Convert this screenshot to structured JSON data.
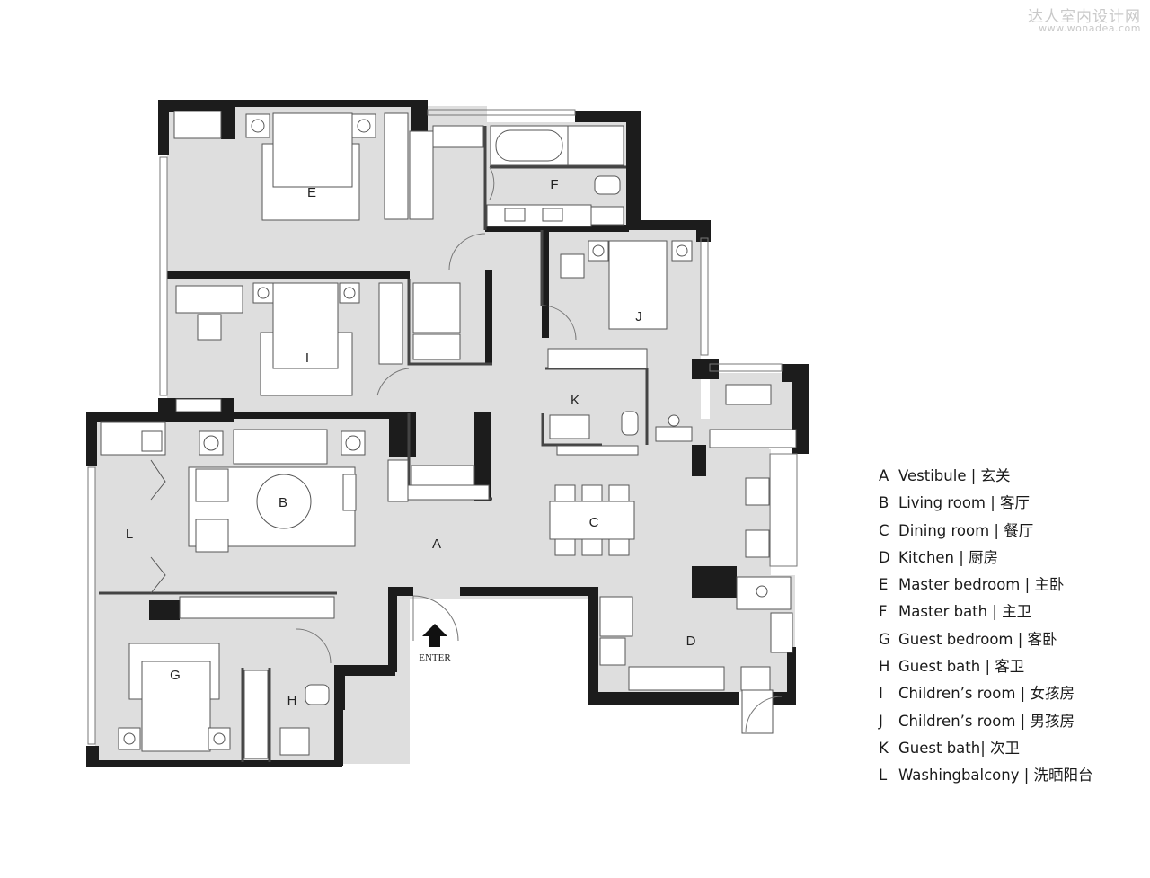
{
  "watermark": {
    "line1": "达人室内设计网",
    "line2": "www.wonadea.com"
  },
  "plan": {
    "enter_label": "ENTER",
    "rooms": [
      {
        "key": "A"
      },
      {
        "key": "B"
      },
      {
        "key": "C"
      },
      {
        "key": "D"
      },
      {
        "key": "E"
      },
      {
        "key": "F"
      },
      {
        "key": "G"
      },
      {
        "key": "H"
      },
      {
        "key": "I"
      },
      {
        "key": "J"
      },
      {
        "key": "K"
      },
      {
        "key": "L"
      }
    ]
  },
  "legend": [
    {
      "key": "A",
      "text": "Vestibule | 玄关"
    },
    {
      "key": "B",
      "text": "Living room | 客厅"
    },
    {
      "key": "C",
      "text": "Dining room | 餐厅"
    },
    {
      "key": "D",
      "text": "Kitchen | 厨房"
    },
    {
      "key": "E",
      "text": "Master bedroom | 主卧"
    },
    {
      "key": "F",
      "text": "Master bath | 主卫"
    },
    {
      "key": "G",
      "text": "Guest bedroom | 客卧"
    },
    {
      "key": "H",
      "text": "Guest bath | 客卫"
    },
    {
      "key": "I",
      "text": "Children’s room | 女孩房"
    },
    {
      "key": "J",
      "text": "Children’s room | 男孩房"
    },
    {
      "key": "K",
      "text": "Guest bath| 次卫"
    },
    {
      "key": "L",
      "text": "Washingbalcony | 洗晒阳台"
    }
  ],
  "colors": {
    "floor": "#dedede",
    "wall": "#1c1c1c",
    "furniture": "#ffffff",
    "line": "#555555"
  }
}
